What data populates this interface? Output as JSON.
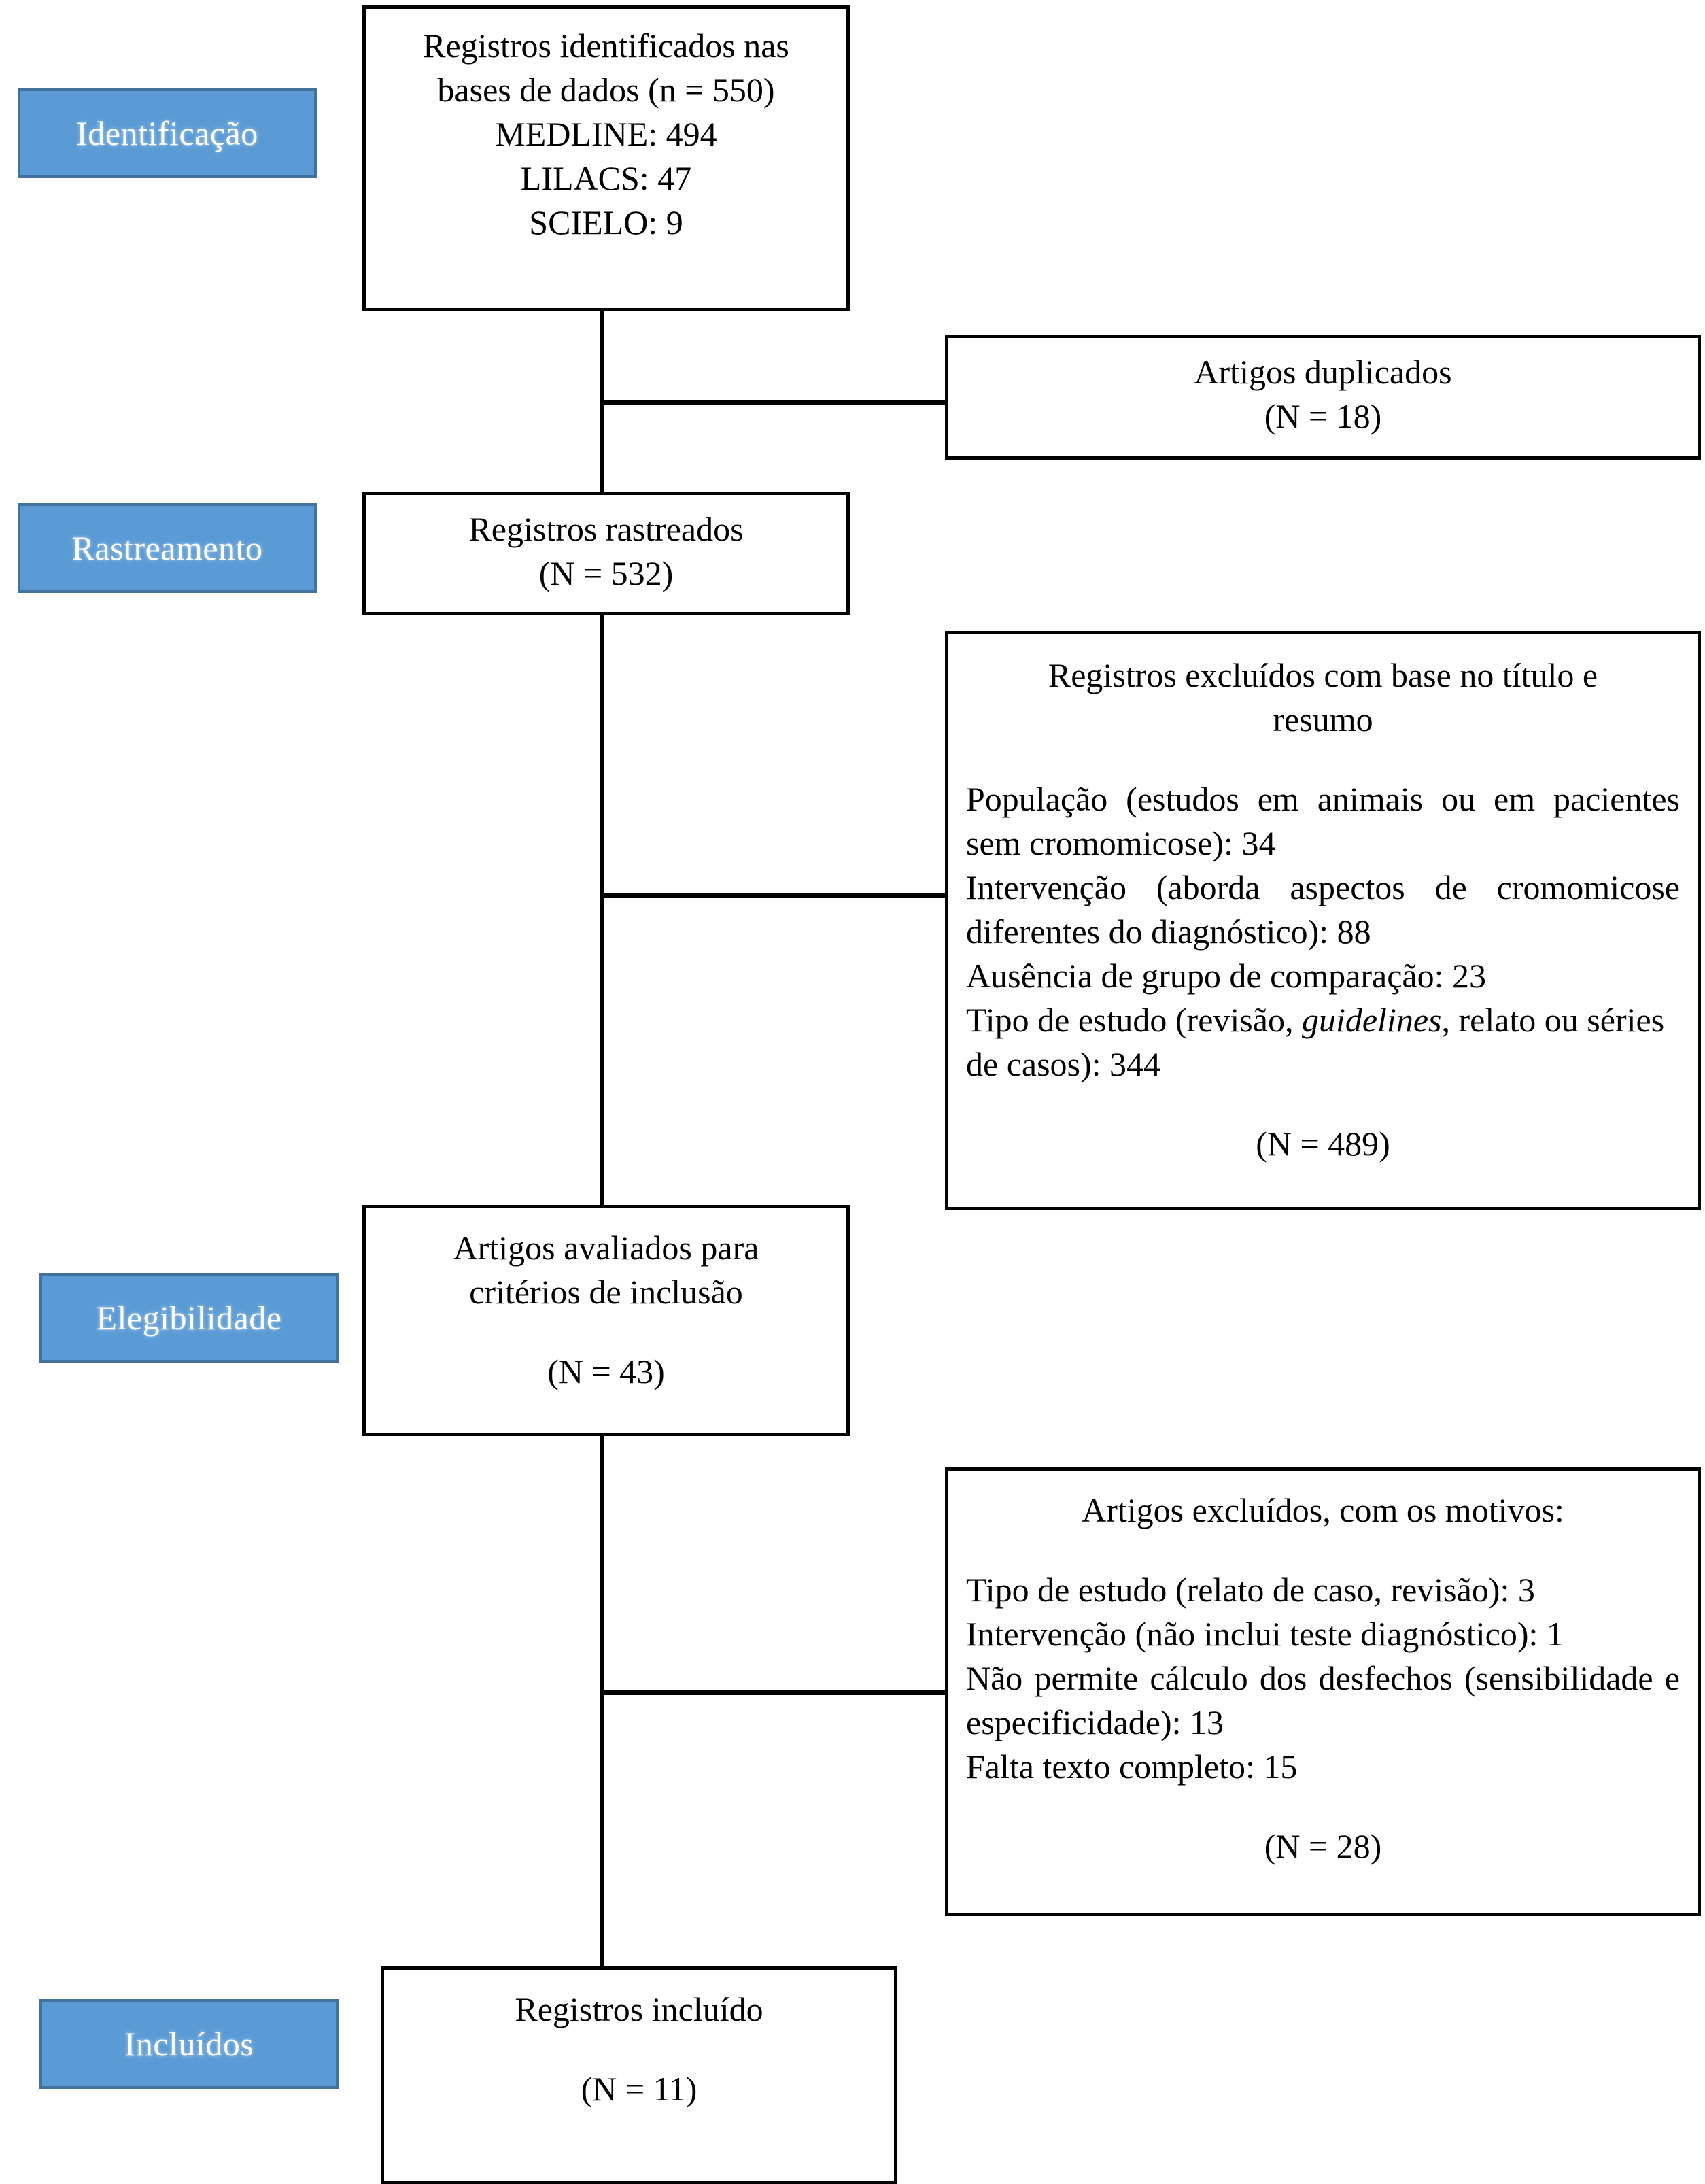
{
  "diagram": {
    "title": "PRISMA flow diagram",
    "accent_color": "#5B9BD5",
    "accent_border_color": "#41719C",
    "line_color": "#000000",
    "box_background": "#FFFFFF"
  },
  "stages": [
    {
      "key": "identificacao",
      "label": "Identificação"
    },
    {
      "key": "rastreamento",
      "label": "Rastreamento"
    },
    {
      "key": "elegibilidade",
      "label": "Elegibilidade"
    },
    {
      "key": "incluidos",
      "label": "Incluídos"
    }
  ],
  "boxes": {
    "identified": {
      "lines": [
        "Registros identificados nas",
        "bases de dados (n = 550)",
        "MEDLINE: 494",
        "LILACS: 47",
        "SCIELO: 9"
      ]
    },
    "duplicates": {
      "lines": [
        "Artigos duplicados",
        "(N = 18)"
      ]
    },
    "screened": {
      "lines": [
        "Registros rastreados",
        "(N = 532)"
      ]
    },
    "excluded_title_abstract": {
      "heading": "Registros excluídos com base no título e resumo",
      "reasons": [
        {
          "pre": "População (estudos em animais ou em pacientes sem cromomicose): 34",
          "italic": "",
          "post": ""
        },
        {
          "pre": "Intervenção (aborda aspectos de cromomicose diferentes do diagnóstico): 88",
          "italic": "",
          "post": ""
        },
        {
          "pre": "Ausência de grupo de comparação: 23",
          "italic": "",
          "post": ""
        },
        {
          "pre": "Tipo de estudo (revisão, ",
          "italic": "guidelines",
          "post": ", relato ou séries de casos): 344"
        }
      ],
      "total": "(N = 489)"
    },
    "assessed": {
      "lines": [
        "Artigos avaliados para",
        "critérios de inclusão"
      ],
      "total": "(N = 43)"
    },
    "excluded_fulltext": {
      "heading": "Artigos excluídos, com os motivos:",
      "reasons": [
        "Tipo de estudo (relato de caso, revisão): 3",
        "Intervenção (não inclui teste diagnóstico): 1",
        "Não permite cálculo dos desfechos (sensibilidade e especificidade): 13",
        "Falta texto completo: 15"
      ],
      "total": "(N = 28)"
    },
    "included": {
      "lines": [
        "Registros incluído"
      ],
      "total": "(N = 11)"
    }
  },
  "chart_data": {
    "type": "table",
    "title": "PRISMA flow counts",
    "categories": [
      "Registros identificados (n)",
      "MEDLINE",
      "LILACS",
      "SCIELO",
      "Artigos duplicados",
      "Registros rastreados",
      "Registros excluídos (título e resumo)",
      "Artigos avaliados",
      "Artigos excluídos (texto completo)",
      "Registros incluído"
    ],
    "values": [
      550,
      494,
      47,
      9,
      18,
      532,
      489,
      43,
      28,
      11
    ]
  }
}
